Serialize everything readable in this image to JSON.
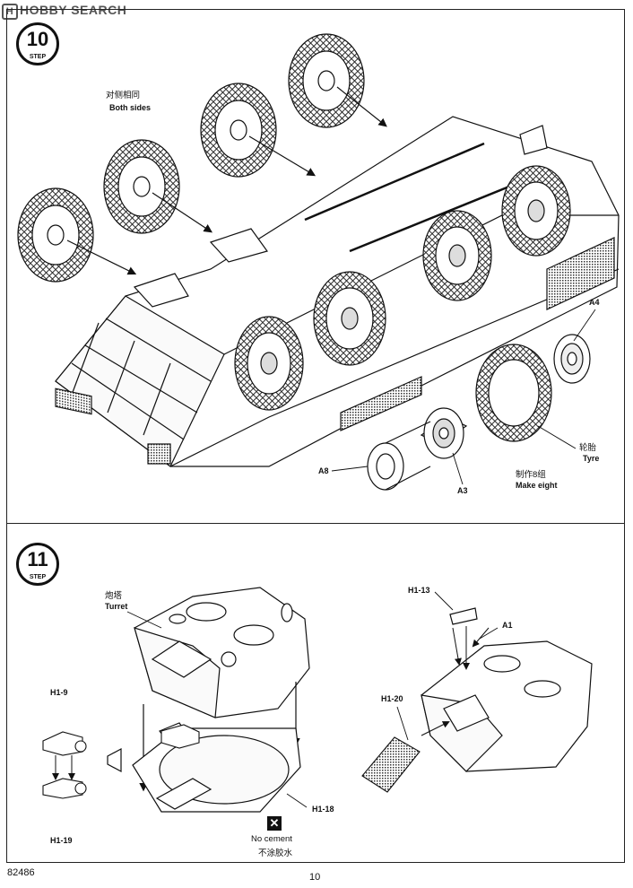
{
  "header": {
    "logo_text": "HOBBY SEARCH"
  },
  "step10": {
    "number": "10",
    "step_word": "STEP",
    "both_sides_cn": "对侧相同",
    "both_sides_en": "Both sides",
    "part_a4": "A4",
    "part_a8": "A8",
    "part_a3": "A3",
    "tyre_cn": "轮胎",
    "tyre_en": "Tyre",
    "make_eight_cn": "制作8组",
    "make_eight_en": "Make eight"
  },
  "step11": {
    "number": "11",
    "step_word": "STEP",
    "turret_cn": "炮塔",
    "turret_en": "Turret",
    "part_h1_9": "H1-9",
    "part_h1_19": "H1-19",
    "part_h1_18": "H1-18",
    "part_h1_13": "H1-13",
    "part_a1": "A1",
    "part_h1_20": "H1-20",
    "no_cement_en": "No cement",
    "no_cement_cn": "不涂胶水",
    "no_cement_symbol": "✕"
  },
  "footer": {
    "kit_number": "82486",
    "page_number": "10"
  }
}
